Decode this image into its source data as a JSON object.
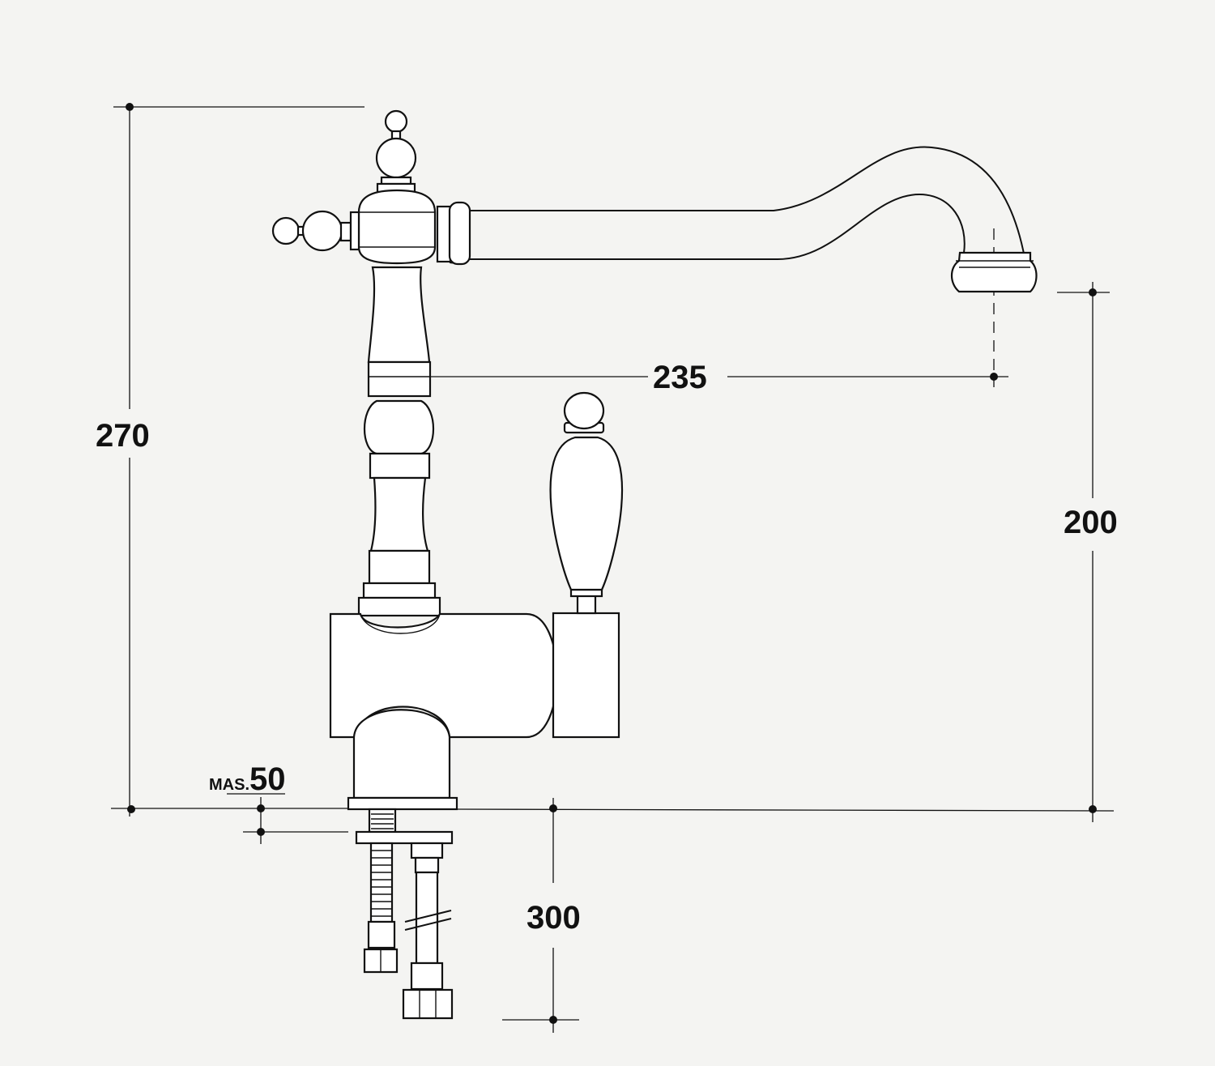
{
  "dimensions": {
    "overall_height": "270",
    "spout_reach": "235",
    "spout_height": "200",
    "hose_length": "300",
    "max_deck_thickness_prefix": "MAS.",
    "max_deck_thickness_value": "50"
  },
  "colors": {
    "ink": "#111111",
    "paper": "#f4f4f2"
  }
}
